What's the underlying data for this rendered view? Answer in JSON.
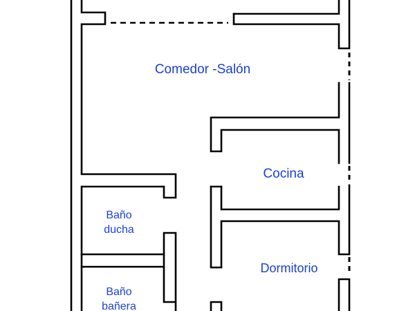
{
  "floor_plan": {
    "rooms": {
      "comedor_salon": "Comedor -Salón",
      "cocina": "Cocina",
      "dormitorio": "Dormitorio",
      "bano_ducha_line1": "Baño",
      "bano_ducha_line2": "ducha",
      "bano_banera_line1": "Baño",
      "bano_banera_line2": "bañera"
    },
    "colors": {
      "walls": "#000000",
      "labels": "#1a3fd6",
      "background": "#ffffff"
    }
  }
}
